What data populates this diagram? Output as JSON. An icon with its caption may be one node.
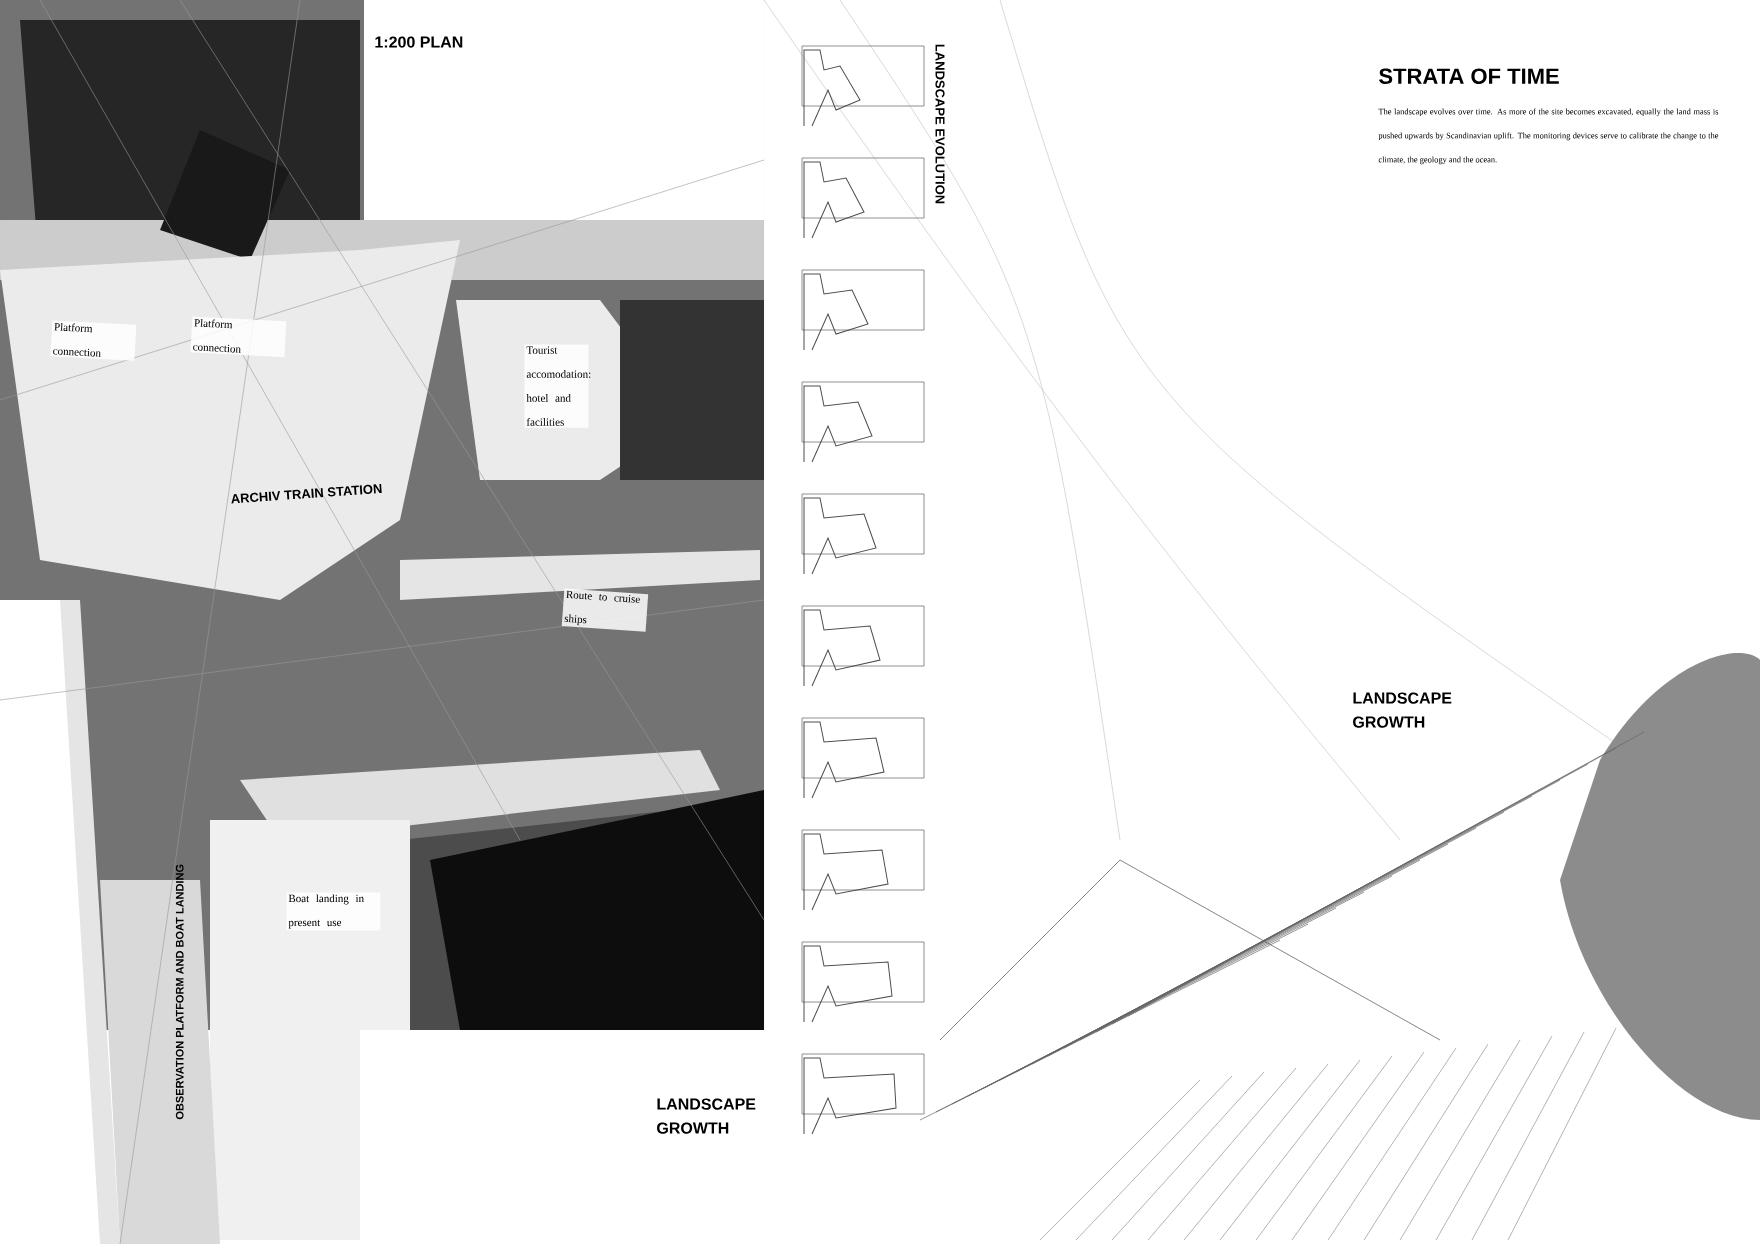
{
  "diagram": {
    "title": "STRATA OF TIME",
    "caption": "The landscape evolves over time. As more of the site becomes excavated, equally the land mass is pushed upwards by Scandinavian uplift. The monitoring devices serve to calibrate the change to the climate, the geology and the ocean.",
    "labels": [
      "1:200 PLAN",
      "Platform connection",
      "Platform connection",
      "Tourist accomodation: hotel and facilities",
      "ARCHIV TRAIN STATION",
      "Route to cruise ships",
      "Boat landing in present use",
      "OBSERVATION PLATFORM AND BOAT LANDING",
      "LANDSCAPE EVOLUTION",
      "LANDSCAPE GROWTH",
      "LANDSCAPE GROWTH"
    ]
  }
}
